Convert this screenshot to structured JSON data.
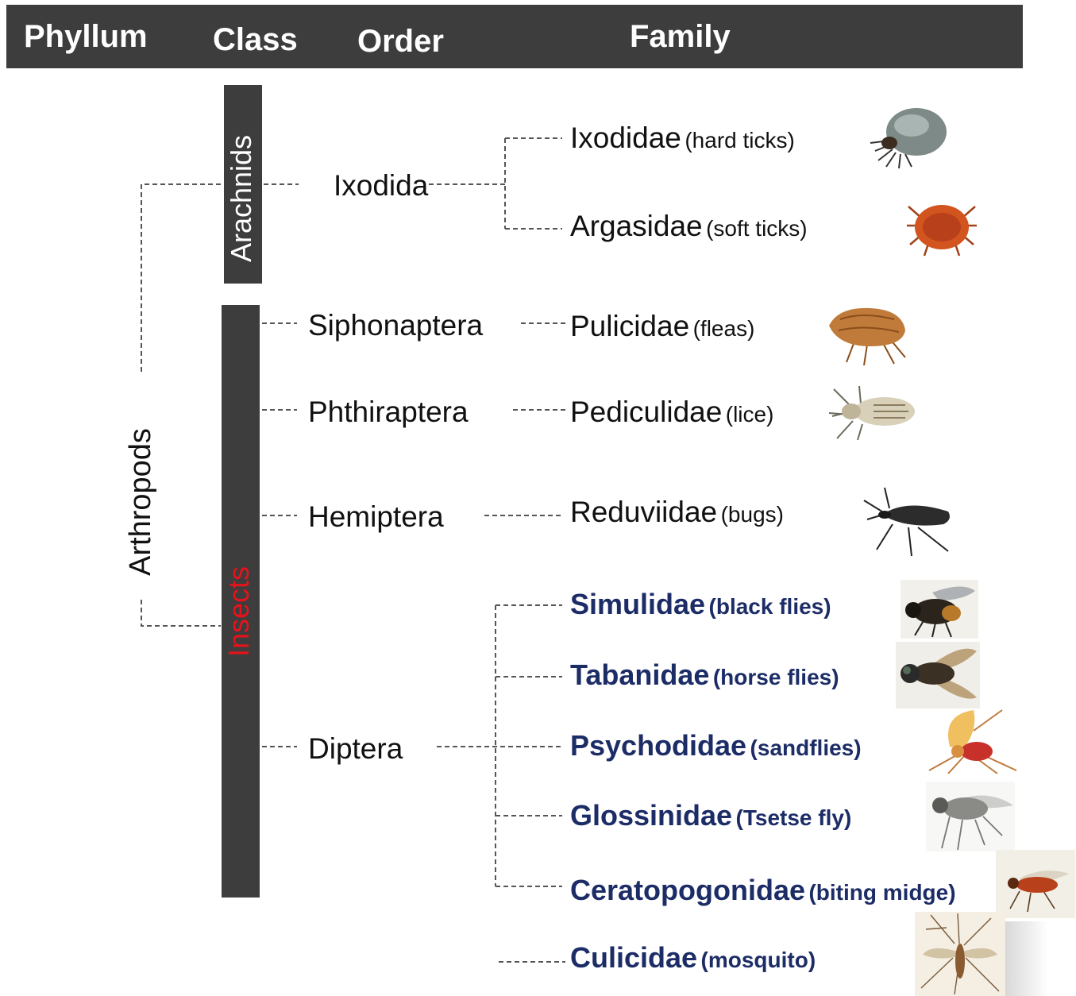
{
  "header": {
    "phyllum": "Phyllum",
    "class": "Class",
    "order": "Order",
    "family": "Family"
  },
  "phylum": {
    "label": "Arthropods"
  },
  "classes": [
    {
      "label": "Arachnids",
      "color": "#ffffff"
    },
    {
      "label": "Insects",
      "color": "#e8121b"
    }
  ],
  "orders": [
    {
      "label": "Ixodida"
    },
    {
      "label": "Siphonaptera"
    },
    {
      "label": "Phthiraptera"
    },
    {
      "label": "Hemiptera"
    },
    {
      "label": "Diptera"
    }
  ],
  "families": [
    {
      "name": "Ixodidae",
      "common": "(hard ticks)",
      "icon": "hard-tick-icon"
    },
    {
      "name": "Argasidae",
      "common": "(soft ticks)",
      "icon": "soft-tick-icon"
    },
    {
      "name": "Pulicidae",
      "common": "(fleas)",
      "icon": "flea-icon"
    },
    {
      "name": "Pediculidae",
      "common": "(lice)",
      "icon": "louse-icon"
    },
    {
      "name": "Reduviidae",
      "common": "(bugs)",
      "icon": "kissing-bug-icon"
    },
    {
      "name": "Simulidae",
      "common": "(black flies)",
      "icon": "black-fly-icon"
    },
    {
      "name": "Tabanidae",
      "common": "(horse flies)",
      "icon": "horse-fly-icon"
    },
    {
      "name": "Psychodidae",
      "common": "(sandflies)",
      "icon": "sandfly-icon"
    },
    {
      "name": "Glossinidae",
      "common": "(Tsetse fly)",
      "icon": "tsetse-fly-icon"
    },
    {
      "name": "Ceratopogonidae",
      "common": "(biting midge)",
      "icon": "biting-midge-icon"
    },
    {
      "name": "Culicidae",
      "common": "(mosquito)",
      "icon": "mosquito-icon"
    }
  ],
  "colors": {
    "header_bg": "#3d3d3d",
    "diptera_family_text": "#1c2c66",
    "connector": "#555555"
  }
}
